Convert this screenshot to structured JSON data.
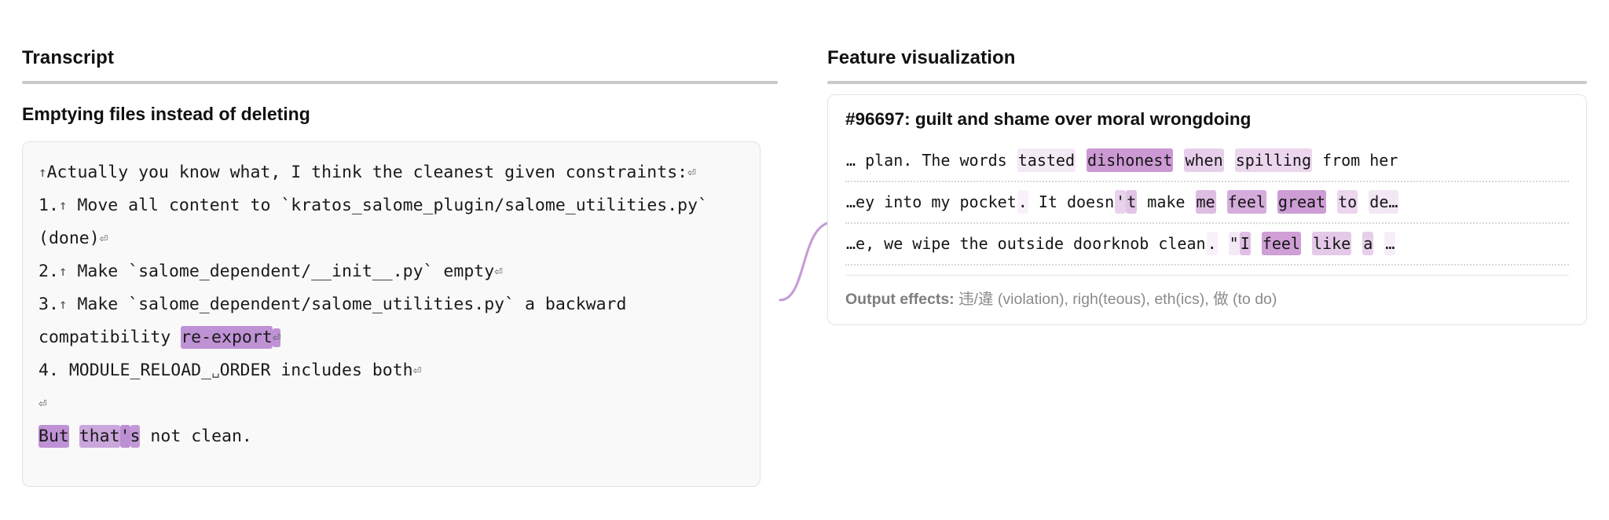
{
  "left": {
    "section_title": "Transcript",
    "conversation_title": "Emptying files instead of deleting",
    "transcript_lines": [
      {
        "id": "line-1",
        "segments": [
          {
            "text": "↑",
            "type": "ctrl"
          },
          {
            "text": "Actually you know what, I think the cleanest given constraints:",
            "type": "plain"
          },
          {
            "text": "⏎",
            "type": "ctrl"
          }
        ]
      },
      {
        "id": "line-2",
        "segments": [
          {
            "text": "1.",
            "type": "plain"
          },
          {
            "text": "↑",
            "type": "ctrl"
          },
          {
            "text": " Move all content to `kratos_salome_plugin/salome_utilities.py` (done)",
            "type": "plain"
          },
          {
            "text": "⏎",
            "type": "ctrl"
          }
        ]
      },
      {
        "id": "line-3",
        "segments": [
          {
            "text": "2.",
            "type": "plain"
          },
          {
            "text": "↑",
            "type": "ctrl"
          },
          {
            "text": " Make `salome_dependent/__init__.py` empty",
            "type": "plain"
          },
          {
            "text": "⏎",
            "type": "ctrl"
          }
        ]
      },
      {
        "id": "line-4",
        "segments": [
          {
            "text": "3.",
            "type": "plain"
          },
          {
            "text": "↑",
            "type": "ctrl"
          },
          {
            "text": " Make `salome_dependent/salome_utilities.py` a backward compatibility ",
            "type": "plain"
          },
          {
            "text": "re-export",
            "type": "hl",
            "weight": 0.88
          },
          {
            "text": "⏎",
            "type": "hl-ctrl",
            "weight": 0.88
          }
        ]
      },
      {
        "id": "line-5",
        "segments": [
          {
            "text": "4. MODULE_RELOAD_",
            "type": "plain"
          },
          {
            "text": "␣",
            "type": "ctrl"
          },
          {
            "text": "ORDER includes both",
            "type": "plain"
          },
          {
            "text": "⏎",
            "type": "ctrl"
          }
        ]
      },
      {
        "id": "line-6",
        "segments": [
          {
            "text": "⏎",
            "type": "ctrl"
          }
        ]
      },
      {
        "id": "line-7",
        "segments": [
          {
            "text": "But",
            "type": "hl",
            "weight": 0.88
          },
          {
            "text": " ",
            "type": "plain"
          },
          {
            "text": "that",
            "type": "hl",
            "weight": 0.72
          },
          {
            "text": "'",
            "type": "hl",
            "weight": 0.9
          },
          {
            "text": "s",
            "type": "hl",
            "weight": 0.82
          },
          {
            "text": " not clean.",
            "type": "plain"
          }
        ]
      }
    ]
  },
  "right": {
    "section_title": "Feature visualization",
    "feature_id": "#96697",
    "feature_label": "guilt and shame over moral wrongdoing",
    "feature_header": "#96697: guilt and shame over moral wrongdoing",
    "examples": [
      {
        "id": "example-1",
        "tokens": [
          {
            "text": "… plan. The words ",
            "weight": 0
          },
          {
            "text": "tasted",
            "weight": 0.2
          },
          {
            "text": " ",
            "weight": 0
          },
          {
            "text": "dishonest",
            "weight": 0.95
          },
          {
            "text": " ",
            "weight": 0
          },
          {
            "text": "when",
            "weight": 0.45
          },
          {
            "text": " ",
            "weight": 0
          },
          {
            "text": "spilling",
            "weight": 0.38
          },
          {
            "text": " from her",
            "weight": 0
          }
        ]
      },
      {
        "id": "example-2",
        "tokens": [
          {
            "text": "…ey into my pocket",
            "weight": 0
          },
          {
            "text": ".",
            "weight": 0.12
          },
          {
            "text": " It doesn",
            "weight": 0
          },
          {
            "text": "'",
            "weight": 0.42
          },
          {
            "text": "t",
            "weight": 0.55
          },
          {
            "text": " make ",
            "weight": 0
          },
          {
            "text": "me",
            "weight": 0.62
          },
          {
            "text": " ",
            "weight": 0
          },
          {
            "text": "feel",
            "weight": 0.78
          },
          {
            "text": " ",
            "weight": 0
          },
          {
            "text": "great",
            "weight": 0.92
          },
          {
            "text": " ",
            "weight": 0
          },
          {
            "text": "to",
            "weight": 0.38
          },
          {
            "text": " ",
            "weight": 0
          },
          {
            "text": "de…",
            "weight": 0.22
          }
        ]
      },
      {
        "id": "example-3",
        "tokens": [
          {
            "text": "…e, we wipe the outside doorknob clean",
            "weight": 0
          },
          {
            "text": ".",
            "weight": 0.14
          },
          {
            "text": " ",
            "weight": 0
          },
          {
            "text": "\"",
            "weight": 0.2
          },
          {
            "text": "I",
            "weight": 0.6
          },
          {
            "text": " ",
            "weight": 0
          },
          {
            "text": "feel",
            "weight": 0.9
          },
          {
            "text": " ",
            "weight": 0
          },
          {
            "text": "like",
            "weight": 0.5
          },
          {
            "text": " ",
            "weight": 0
          },
          {
            "text": "a",
            "weight": 0.45
          },
          {
            "text": " ",
            "weight": 0
          },
          {
            "text": "…",
            "weight": 0.16
          }
        ]
      }
    ],
    "output_effects_label": "Output effects:",
    "output_effects_value": "违/違 (violation), righ(teous), eth(ics), 做 (to do)"
  },
  "style": {
    "highlight_left_rgb": "181, 131, 206",
    "highlight_right_rgb": "186, 118, 197",
    "connector_color": "#c59ad8",
    "rule_color": "#c9c9c9",
    "card_bg_left": "#f9f9f9",
    "card_bg_right": "#ffffff"
  }
}
